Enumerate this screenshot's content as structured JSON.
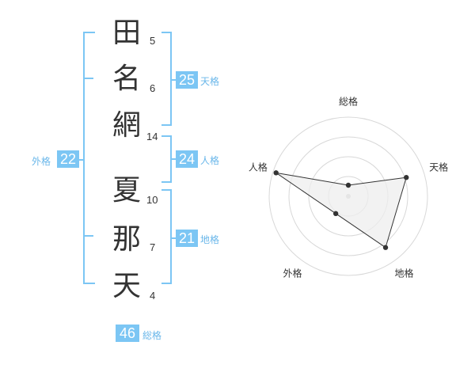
{
  "name": [
    {
      "char": "田",
      "strokes": "5"
    },
    {
      "char": "名",
      "strokes": "6"
    },
    {
      "char": "網",
      "strokes": "14"
    },
    {
      "char": "夏",
      "strokes": "10"
    },
    {
      "char": "那",
      "strokes": "7"
    },
    {
      "char": "天",
      "strokes": "4"
    }
  ],
  "kaku": {
    "tenkaku": {
      "value": "25",
      "label": "天格"
    },
    "jinkaku": {
      "value": "24",
      "label": "人格"
    },
    "chikaku": {
      "value": "21",
      "label": "地格"
    },
    "gaikaku": {
      "value": "22",
      "label": "外格"
    },
    "soukaku": {
      "value": "46",
      "label": "総格"
    }
  },
  "colors": {
    "bracket": "#7cc6f4",
    "badge": "#7cc6f4",
    "badge_label": "#6ab7ea",
    "radar_line": "#333333",
    "radar_fill": "#eeeeee",
    "radar_grid": "#d8d8d8"
  },
  "chart_data": {
    "type": "radar",
    "axes": [
      "総格",
      "天格",
      "地格",
      "外格",
      "人格"
    ],
    "values": [
      0.14,
      0.77,
      0.8,
      0.27,
      0.96
    ],
    "range": [
      0,
      1
    ],
    "rings": 4,
    "grid": true
  }
}
